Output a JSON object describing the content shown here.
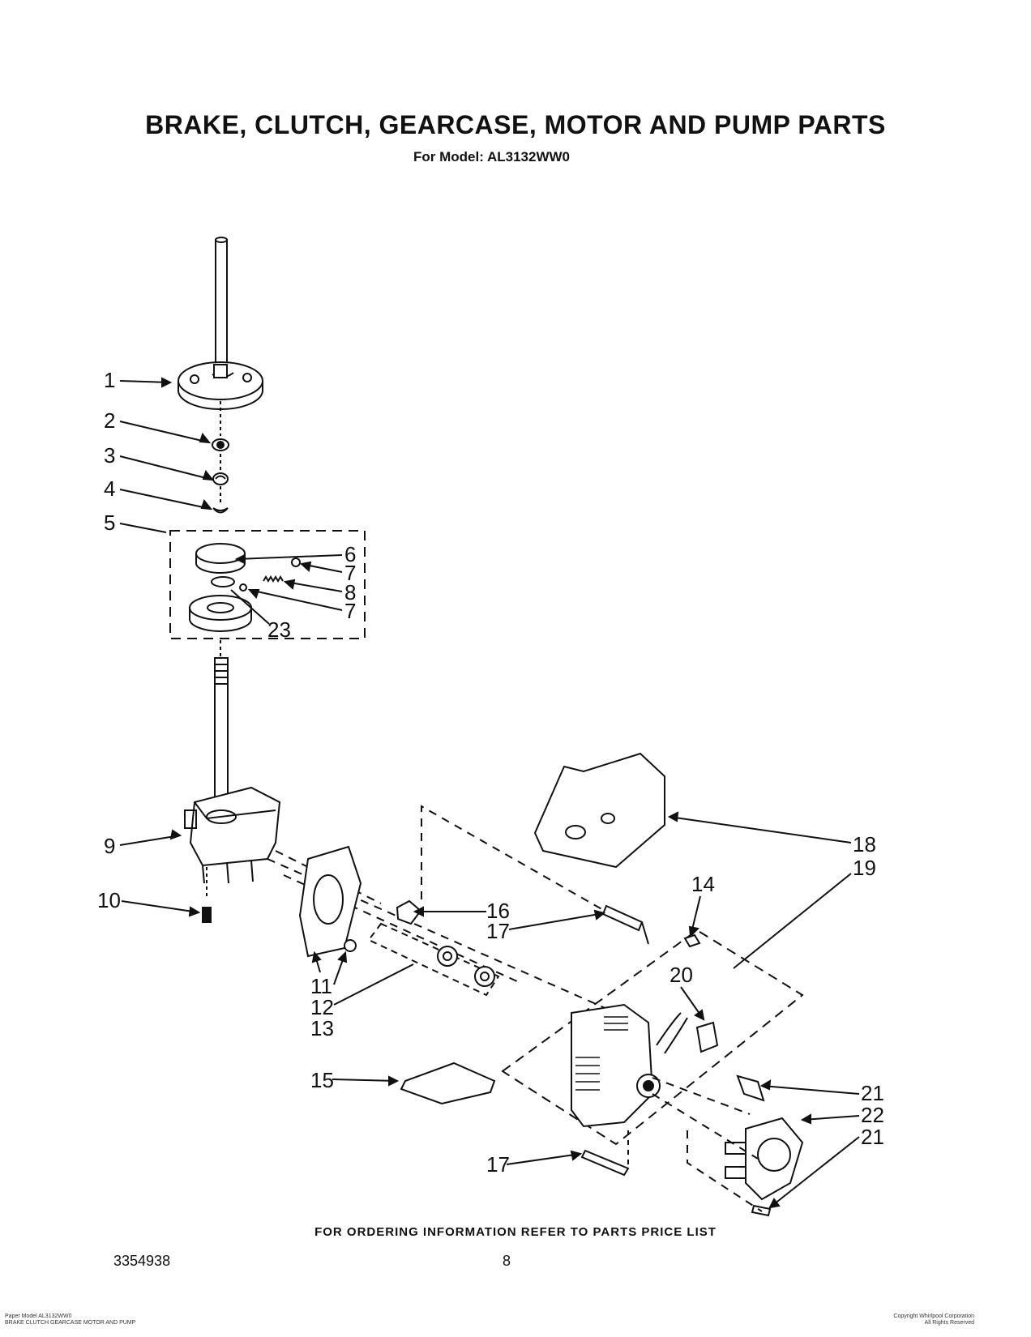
{
  "header": {
    "title": "BRAKE, CLUTCH, GEARCASE, MOTOR AND PUMP PARTS",
    "model_line": "For Model: AL3132WW0"
  },
  "callouts": [
    "1",
    "2",
    "3",
    "4",
    "5",
    "6",
    "7",
    "8",
    "7",
    "23",
    "9",
    "10",
    "11",
    "12",
    "13",
    "15",
    "16",
    "17",
    "14",
    "18",
    "19",
    "20",
    "21",
    "22",
    "21",
    "17"
  ],
  "footer": {
    "ordering_note": "FOR ORDERING INFORMATION REFER TO PARTS PRICE LIST",
    "document_number": "3354938",
    "page_number": "8"
  },
  "fine_print": {
    "left_line1": "Paper Model AL3132WW0",
    "left_line2": "BRAKE CLUTCH GEARCASE MOTOR AND PUMP",
    "right_line1": "Copyright Whirlpool Corporation",
    "right_line2": "All Rights Reserved"
  }
}
